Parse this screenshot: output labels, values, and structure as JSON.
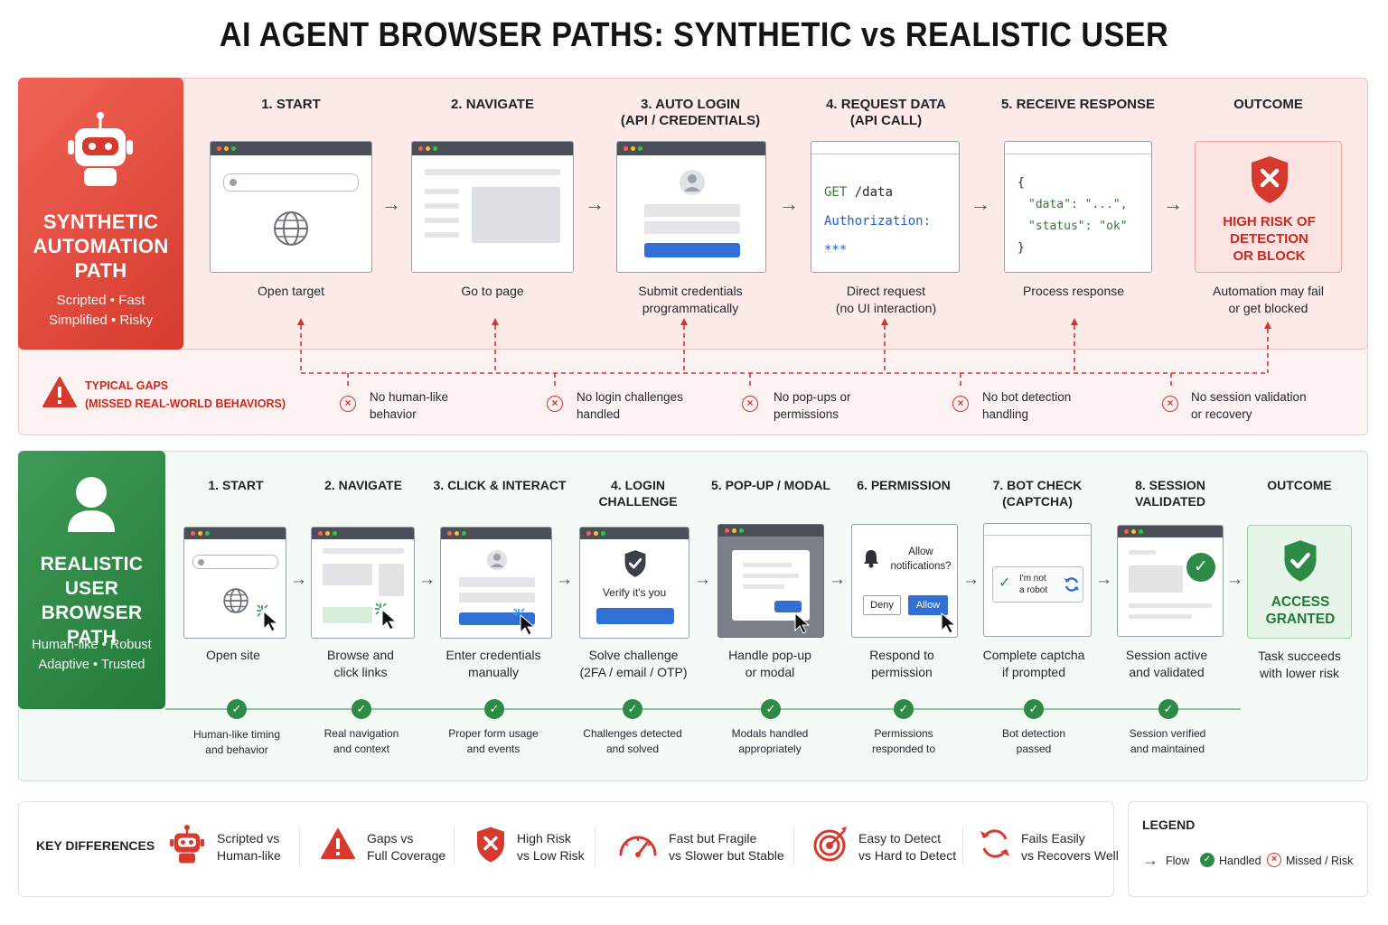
{
  "title": "AI AGENT BROWSER PATHS: SYNTHETIC vs REALISTIC USER",
  "synthetic": {
    "side_title": [
      "SYNTHETIC",
      "AUTOMATION",
      "PATH"
    ],
    "side_sub": [
      "Scripted • Fast",
      "Simplified • Risky"
    ],
    "steps": [
      {
        "header": [
          "1. START"
        ],
        "caption": [
          "Open target"
        ]
      },
      {
        "header": [
          "2. NAVIGATE"
        ],
        "caption": [
          "Go to page"
        ]
      },
      {
        "header": [
          "3. AUTO LOGIN",
          "(API / CREDENTIALS)"
        ],
        "caption": [
          "Submit credentials",
          "programmatically"
        ]
      },
      {
        "header": [
          "4. REQUEST DATA",
          "(API CALL)"
        ],
        "caption": [
          "Direct request",
          "(no UI interaction)"
        ]
      },
      {
        "header": [
          "5. RECEIVE RESPONSE"
        ],
        "caption": [
          "Process response"
        ]
      }
    ],
    "code_request": [
      "GET /data",
      "Authorization: ***",
      "..."
    ],
    "code_response": [
      "{",
      "\"data\": \"...\",",
      "\"status\": \"ok\"",
      "}"
    ],
    "outcome": {
      "header": "OUTCOME",
      "box": [
        "HIGH RISK OF",
        "DETECTION",
        "OR BLOCK"
      ],
      "caption": [
        "Automation may fail",
        "or get blocked"
      ]
    },
    "gaps_title": [
      "TYPICAL GAPS",
      "(MISSED REAL-WORLD BEHAVIORS)"
    ],
    "gaps": [
      [
        "No human-like",
        "behavior"
      ],
      [
        "No login challenges",
        "handled"
      ],
      [
        "No pop-ups or",
        "permissions"
      ],
      [
        "No bot detection",
        "handling"
      ],
      [
        "No session validation",
        "or recovery"
      ]
    ]
  },
  "realistic": {
    "side_title": [
      "REALISTIC",
      "USER BROWSER",
      "PATH"
    ],
    "side_sub": [
      "Human-like • Robust",
      "Adaptive • Trusted"
    ],
    "steps": [
      {
        "header": [
          "1. START"
        ],
        "caption": [
          "Open site"
        ],
        "check": [
          "Human-like timing",
          "and behavior"
        ]
      },
      {
        "header": [
          "2. NAVIGATE"
        ],
        "caption": [
          "Browse and",
          "click links"
        ],
        "check": [
          "Real navigation",
          "and context"
        ]
      },
      {
        "header": [
          "3. CLICK & INTERACT"
        ],
        "caption": [
          "Enter credentials",
          "manually"
        ],
        "check": [
          "Proper form usage",
          "and events"
        ]
      },
      {
        "header": [
          "4. LOGIN CHALLENGE"
        ],
        "caption": [
          "Solve challenge",
          "(2FA / email / OTP)"
        ],
        "check": [
          "Challenges detected",
          "and solved"
        ]
      },
      {
        "header": [
          "5. POP-UP / MODAL"
        ],
        "caption": [
          "Handle pop-up",
          "or modal"
        ],
        "check": [
          "Modals handled",
          "appropriately"
        ]
      },
      {
        "header": [
          "6. PERMISSION"
        ],
        "caption": [
          "Respond to",
          "permission"
        ],
        "check": [
          "Permissions",
          "responded to"
        ]
      },
      {
        "header": [
          "7. BOT CHECK",
          "(CAPTCHA)"
        ],
        "caption": [
          "Complete captcha",
          "if prompted"
        ],
        "check": [
          "Bot detection",
          "passed"
        ]
      },
      {
        "header": [
          "8. SESSION",
          "VALIDATED"
        ],
        "caption": [
          "Session active",
          "and validated"
        ],
        "check": [
          "Session verified",
          "and maintained"
        ]
      }
    ],
    "verify_text": "Verify it's you",
    "notif_text": [
      "Allow",
      "notifications?"
    ],
    "deny_label": "Deny",
    "allow_label": "Allow",
    "captcha_text": [
      "I'm not",
      "a robot"
    ],
    "outcome": {
      "header": "OUTCOME",
      "box": [
        "ACCESS",
        "GRANTED"
      ],
      "caption": [
        "Task succeeds",
        "with lower risk"
      ]
    }
  },
  "key_differences": {
    "title": "KEY DIFFERENCES",
    "items": [
      {
        "icon": "robot-icon",
        "text": [
          "Scripted vs",
          "Human-like"
        ]
      },
      {
        "icon": "warning-icon",
        "text": [
          "Gaps vs",
          "Full Coverage"
        ]
      },
      {
        "icon": "shield-x-icon",
        "text": [
          "High Risk",
          "vs Low Risk"
        ]
      },
      {
        "icon": "speedometer-icon",
        "text": [
          "Fast but Fragile",
          "vs Slower but Stable"
        ]
      },
      {
        "icon": "target-icon",
        "text": [
          "Easy to Detect",
          "vs Hard to Detect"
        ]
      },
      {
        "icon": "recover-icon",
        "text": [
          "Fails Easily",
          "vs Recovers Well"
        ]
      }
    ]
  },
  "legend": {
    "title": "LEGEND",
    "flow": "Flow",
    "handled": "Handled",
    "missed": "Missed / Risk"
  },
  "colors": {
    "red": "#d63a2e",
    "green": "#2e8b47",
    "blue": "#2f6fd6"
  }
}
